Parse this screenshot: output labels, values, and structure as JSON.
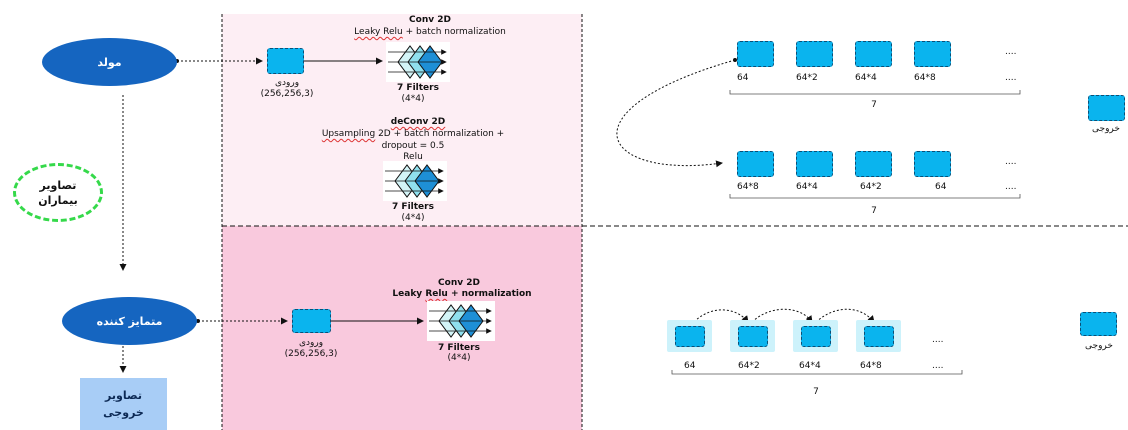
{
  "generator": {
    "label": "مولد"
  },
  "patients": {
    "label_line1": "تصاویر",
    "label_line2": "بیماران"
  },
  "discriminator": {
    "label": "متمایز کننده"
  },
  "output_images": {
    "label_line1": "تصاویر",
    "label_line2": "خروجی"
  },
  "gen_input": {
    "label": "ورودی",
    "shape": "(256,256,3)"
  },
  "disc_input": {
    "label": "ورودی",
    "shape": "(256,256,3)"
  },
  "conv_top": {
    "title": "Conv 2D",
    "line_a": "Leaky Relu",
    "line_b": " + batch normalization",
    "filters": "7 Filters",
    "kernel": "(4*4)"
  },
  "deconv": {
    "title": "deConv 2D",
    "line1_a": "Upsampling",
    "line1_b": " 2D + batch normalization +",
    "line2": "dropout = 0.5",
    "line3": "Relu",
    "filters": "7 Filters",
    "kernel": "(4*4)"
  },
  "conv_bottom": {
    "title": "Conv 2D",
    "line_a": "Leaky ",
    "line_b": "Relu",
    "line_c": " + normalization",
    "filters": "7 Filters",
    "kernel": "(4*4)"
  },
  "encoder_row": {
    "labels": [
      "64",
      "64*2",
      "64*4",
      "64*8"
    ],
    "ellipsis": "....",
    "count": "7"
  },
  "decoder_row": {
    "labels": [
      "64*8",
      "64*4",
      "64*2",
      "64"
    ],
    "ellipsis": "....",
    "count": "7"
  },
  "disc_row": {
    "labels": [
      "64",
      "64*2",
      "64*4",
      "64*8"
    ],
    "ellipsis": "....",
    "count": "7"
  },
  "gen_output": {
    "label": "خروجی"
  },
  "disc_output": {
    "label": "خروجی"
  }
}
